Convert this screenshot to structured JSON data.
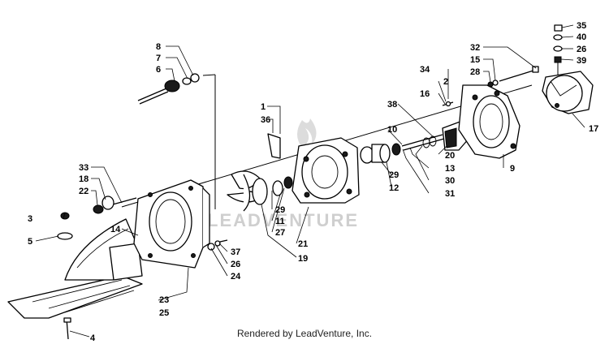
{
  "watermark": "LEADVENTURE",
  "footer_text": "Rendered by LeadVenture, Inc.",
  "callouts": [
    "1",
    "2",
    "3",
    "4",
    "5",
    "6",
    "7",
    "8",
    "9",
    "10",
    "11",
    "12",
    "13",
    "14",
    "15",
    "16",
    "17",
    "18",
    "19",
    "20",
    "21",
    "22",
    "23",
    "24",
    "25",
    "26",
    "27",
    "28",
    "29",
    "30",
    "31",
    "32",
    "33",
    "34",
    "35",
    "36",
    "37",
    "38",
    "39",
    "40"
  ]
}
